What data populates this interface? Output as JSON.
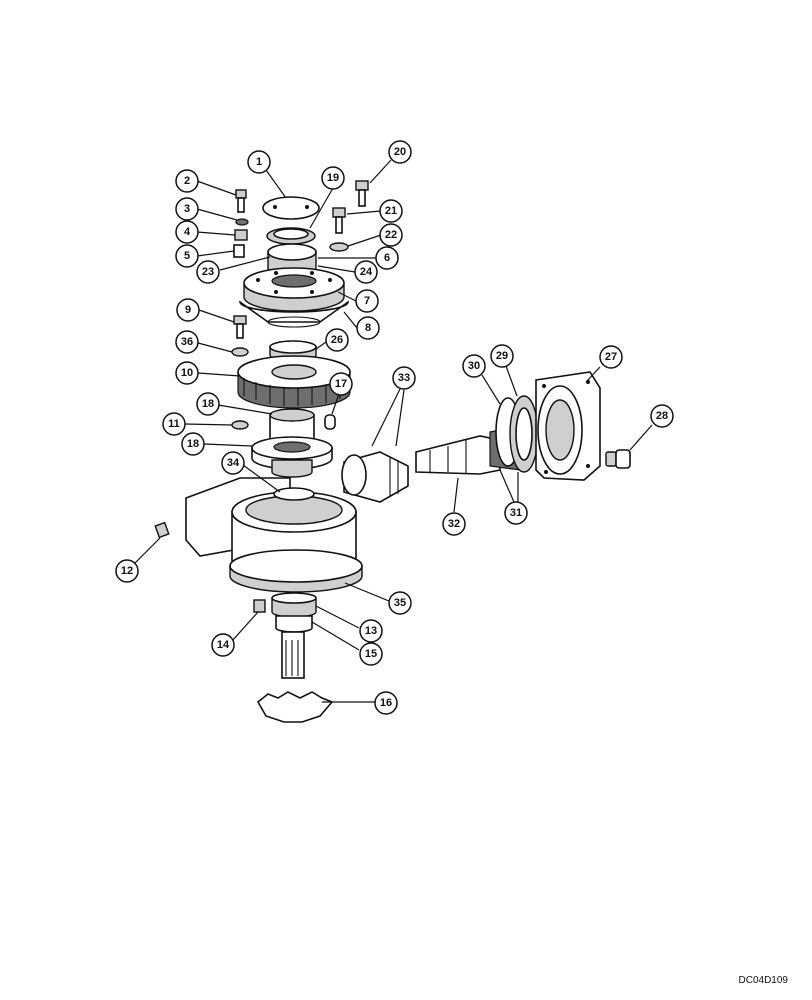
{
  "callouts": [
    "1",
    "2",
    "3",
    "4",
    "5",
    "6",
    "7",
    "8",
    "9",
    "10",
    "11",
    "12",
    "13",
    "14",
    "15",
    "16",
    "17",
    "18",
    "19",
    "20",
    "21",
    "22",
    "23",
    "24",
    "26",
    "27",
    "28",
    "29",
    "30",
    "31",
    "32",
    "33",
    "34",
    "35",
    "36"
  ],
  "reference_code": "DC04D109"
}
